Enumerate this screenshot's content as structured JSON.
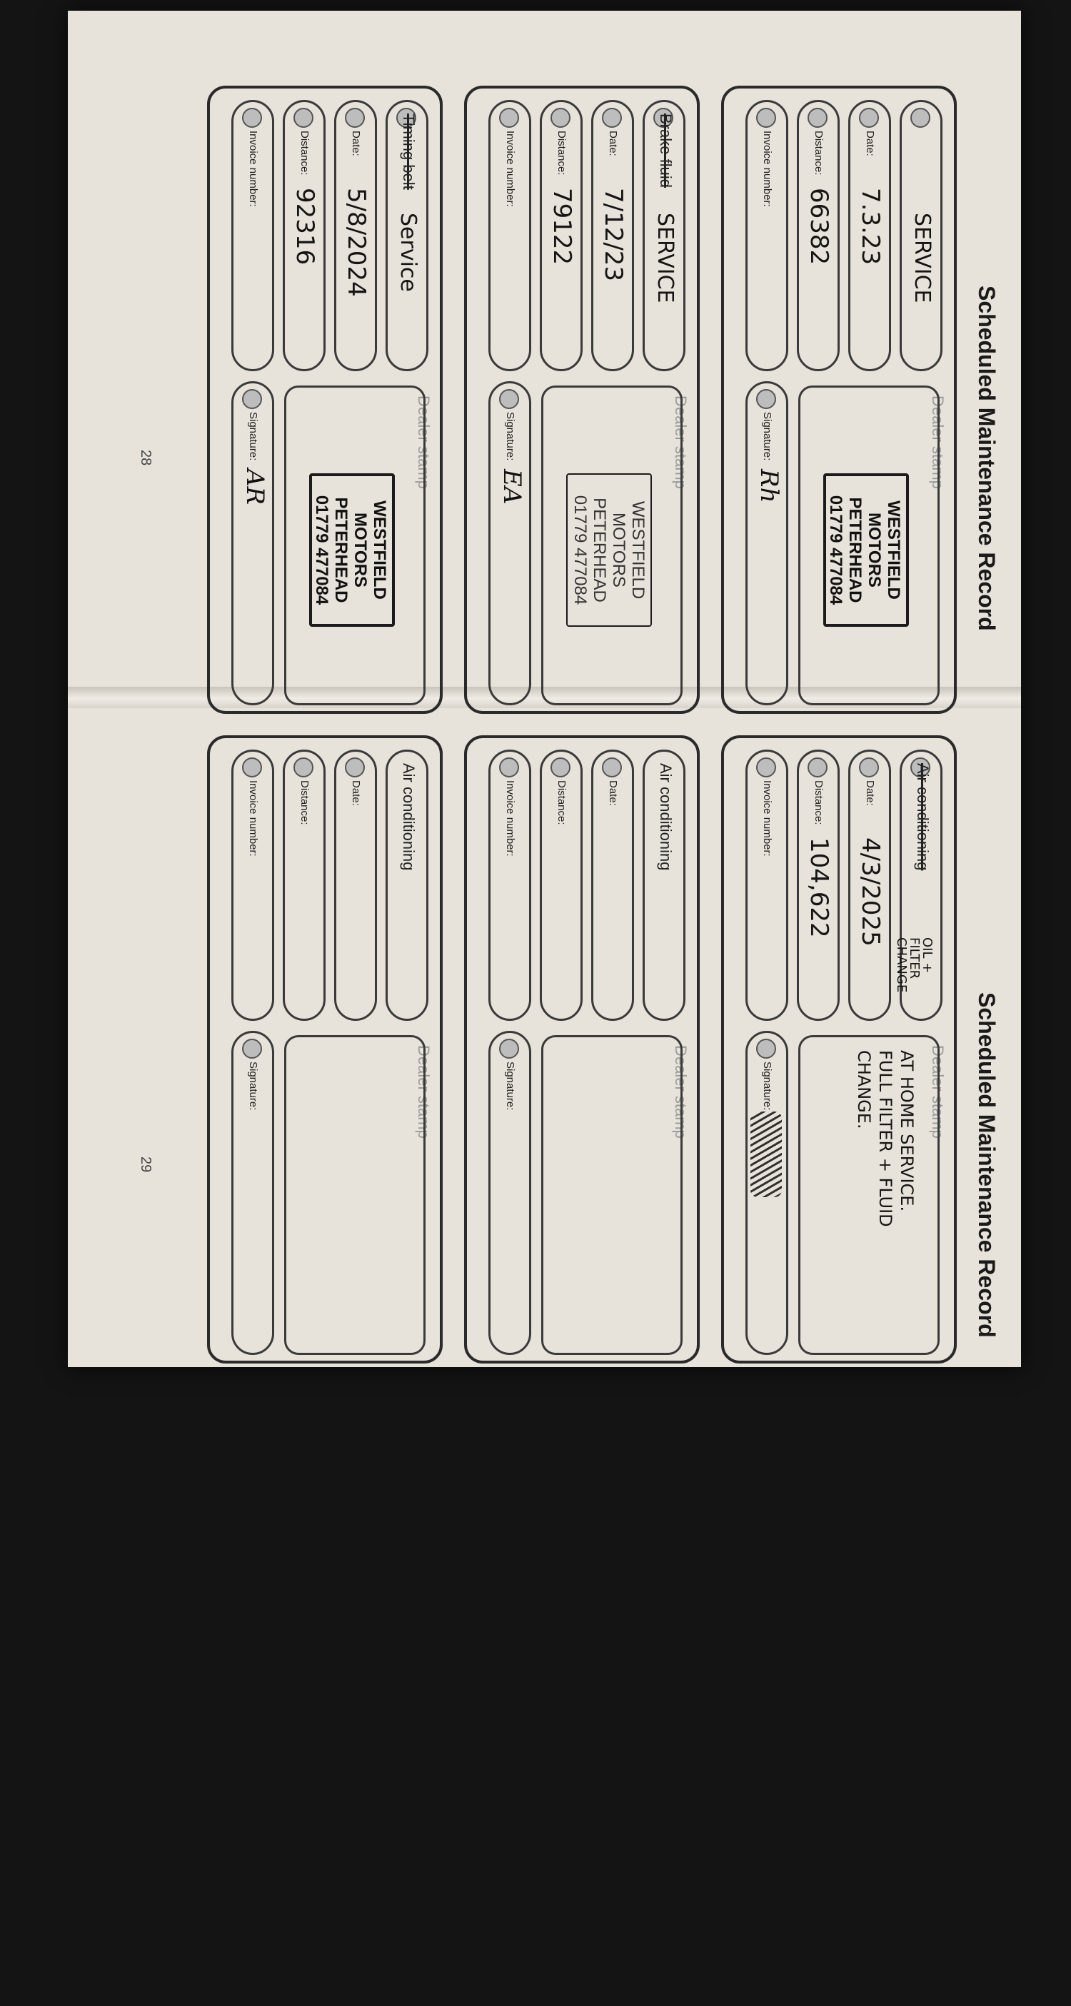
{
  "labels": {
    "date": "Date:",
    "distance": "Distance:",
    "invoice": "Invoice number:",
    "signature": "Signature:",
    "dealer_stamp": "Dealer stamp"
  },
  "left_page": {
    "title": "Scheduled Maintenance Record",
    "number": "28",
    "entries": [
      {
        "printed_type": "",
        "written_type": "SERVICE",
        "date": "7.3.23",
        "distance": "66382",
        "stamp": [
          "WESTFIELD",
          "MOTORS",
          "PETERHEAD",
          "01779 477084"
        ],
        "signature": "Rh"
      },
      {
        "printed_type": "Brake fluid",
        "written_type": "SERVICE",
        "date": "7/12/23",
        "distance": "79122",
        "stamp": [
          "WESTFIELD",
          "MOTORS",
          "PETERHEAD",
          "01779 477084"
        ],
        "signature": "EA"
      },
      {
        "printed_type": "Timing belt",
        "written_type": "Service",
        "date": "5/8/2024",
        "distance": "92316",
        "stamp": [
          "WESTFIELD",
          "MOTORS",
          "PETERHEAD",
          "01779 477084"
        ],
        "signature": "AR"
      }
    ]
  },
  "right_page": {
    "title": "Scheduled Maintenance Record",
    "number": "29",
    "entries": [
      {
        "printed_type": "Air conditioning",
        "written_type": "OIL + FILTER CHANGE",
        "date": "4/3/2025",
        "distance": "104,622",
        "note": [
          "AT HOME SERVICE.",
          "FULL FILTER + FLUID",
          "CHANGE."
        ]
      },
      {
        "printed_type": "Air conditioning"
      },
      {
        "printed_type": "Air conditioning"
      }
    ]
  }
}
